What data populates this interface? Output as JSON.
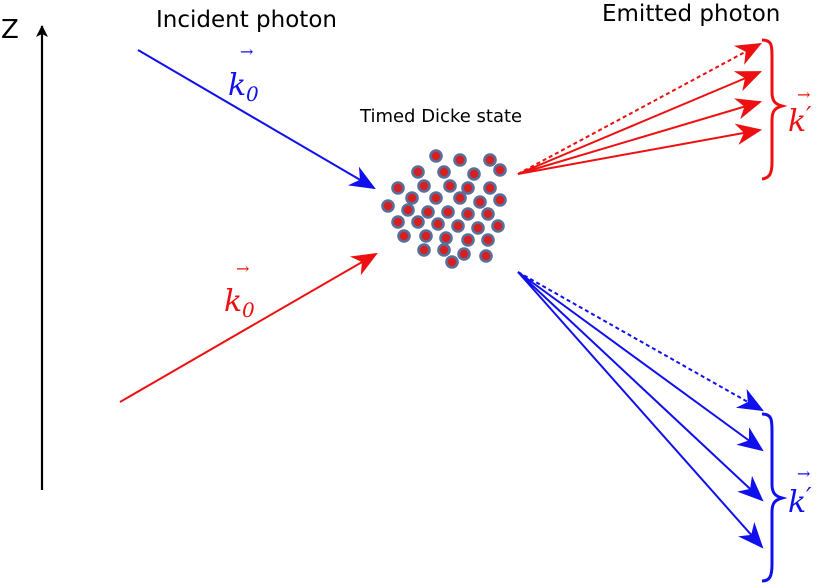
{
  "labels": {
    "axis": "Z",
    "incident": "Incident photon",
    "emitted": "Emitted photon",
    "state": "Timed Dicke state",
    "k0": "k",
    "k0_sub": "0",
    "kprime": "k",
    "kprime_mark": "′",
    "vec_arrow": "→"
  },
  "colors": {
    "axis": "#000000",
    "blue": "#1010ee",
    "red": "#ee1010",
    "atom_fill": "#d42020",
    "atom_ring": "#5a6e9a"
  },
  "atoms_count": 39
}
